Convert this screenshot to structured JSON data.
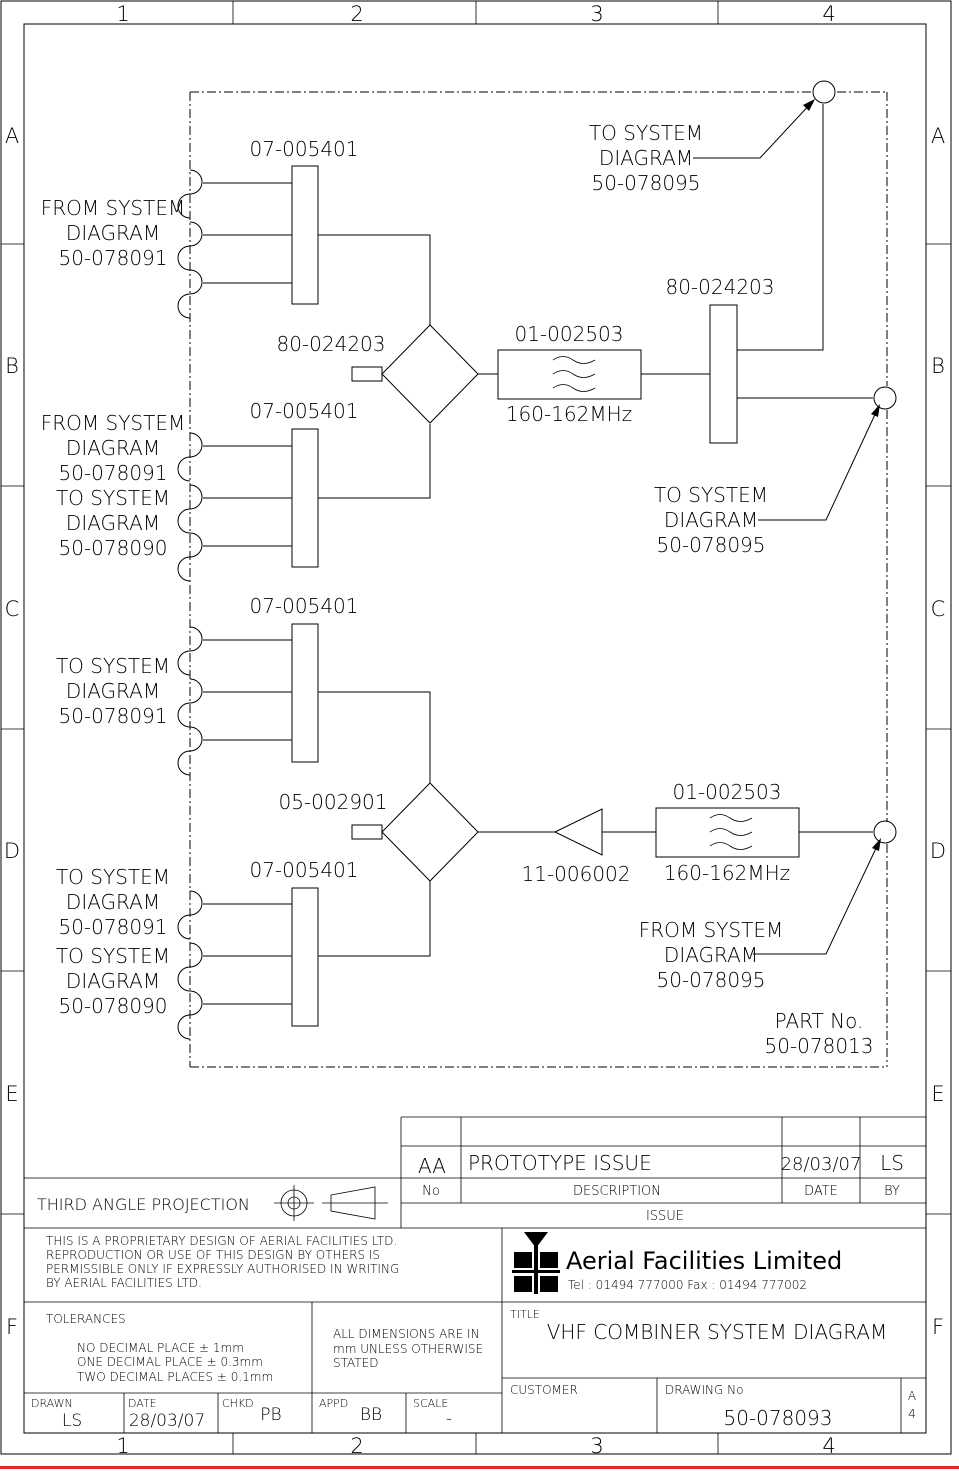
{
  "grid": {
    "columns": [
      "1",
      "2",
      "3",
      "4"
    ],
    "rows": [
      "A",
      "B",
      "C",
      "D",
      "E",
      "F"
    ]
  },
  "diagram": {
    "part_ref_top": "07-005401",
    "part_ref_upper_mid": "07-005401",
    "part_ref_lower_mid": "07-005401",
    "part_ref_bottom": "07-005401",
    "combiner_top": "80-024203",
    "combiner_bottom": "05-002901",
    "filter_top": "01-002503",
    "filter_top_freq": "160-162MHz",
    "filter_bottom": "01-002503",
    "filter_bottom_freq": "160-162MHz",
    "splitter_right": "80-024203",
    "amplifier": "11-006002",
    "part_no_label": "PART No.",
    "part_no_value": "50-078013"
  },
  "labels": {
    "left_1": [
      "FROM SYSTEM",
      "DIAGRAM",
      "50-078091"
    ],
    "left_2": [
      "FROM SYSTEM",
      "DIAGRAM",
      "50-078091"
    ],
    "left_3": [
      "TO SYSTEM",
      "DIAGRAM",
      "50-078090"
    ],
    "left_4": [
      "TO SYSTEM",
      "DIAGRAM",
      "50-078091"
    ],
    "left_5": [
      "TO SYSTEM",
      "DIAGRAM",
      "50-078091"
    ],
    "left_6": [
      "TO SYSTEM",
      "DIAGRAM",
      "50-078090"
    ],
    "right_1": [
      "TO SYSTEM",
      "DIAGRAM",
      "50-078095"
    ],
    "right_2": [
      "TO SYSTEM",
      "DIAGRAM",
      "50-078095"
    ],
    "right_3": [
      "FROM SYSTEM",
      "DIAGRAM",
      "50-078095"
    ]
  },
  "title_block": {
    "revision": {
      "issue": "AA",
      "description": "PROTOTYPE ISSUE",
      "date": "28/03/07",
      "by": "LS",
      "header_no": "No",
      "header_description": "DESCRIPTION",
      "header_date": "DATE",
      "header_by": "BY",
      "header_issue": "ISSUE"
    },
    "projection": "THIRD ANGLE PROJECTION",
    "proprietary": [
      "THIS IS A PROPRIETARY DESIGN OF AERIAL FACILITIES LTD.",
      "REPRODUCTION OR USE OF THIS DESIGN BY OTHERS IS",
      "PERMISSIBLE ONLY IF EXPRESSLY AUTHORISED IN WRITING",
      "BY AERIAL FACILITIES LTD."
    ],
    "company_name": "Aerial Facilities Limited",
    "company_contact": "Tel : 01494 777000 Fax : 01494 777002",
    "tolerances_label": "TOLERANCES",
    "tolerances": [
      "NO DECIMAL PLACE ± 1mm",
      "ONE DECIMAL PLACE ± 0.3mm",
      "TWO DECIMAL PLACES ± 0.1mm"
    ],
    "dimensions_note": [
      "ALL DIMENSIONS ARE IN",
      "mm UNLESS OTHERWISE",
      "STATED"
    ],
    "title_label": "TITLE",
    "title": "VHF COMBINER SYSTEM DIAGRAM",
    "customer_label": "CUSTOMER",
    "customer": "",
    "drawing_no_label": "DRAWING No",
    "drawing_no": "50-078093",
    "sheet_size": "A",
    "sheet_size_number": "4",
    "drawn_label": "DRAWN",
    "drawn": "LS",
    "date_label": "DATE",
    "date": "28/03/07",
    "chkd_label": "CHKD",
    "chkd": "PB",
    "appd_label": "APPD",
    "appd": "BB",
    "scale_label": "SCALE",
    "scale": "-"
  },
  "colors": {
    "ink": "#000000",
    "bottom_rule": "#e3262b"
  }
}
